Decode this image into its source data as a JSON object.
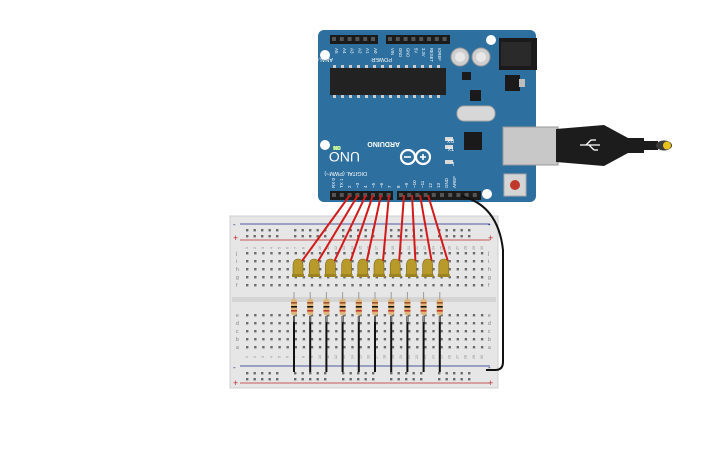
{
  "board": {
    "analog_header_label": "ANALOG IN",
    "power_header_label": "POWER",
    "analog_pins": [
      "A5",
      "A4",
      "A3",
      "A2",
      "A1",
      "A0"
    ],
    "power_pins": [
      "VIN",
      "GND",
      "GND",
      "5V",
      "3.3V",
      "RESET",
      "IOREF"
    ],
    "digital_header_label": "DIGITAL (PWM~)",
    "digital_pins": [
      "RX 0",
      "TX 1",
      "2",
      "~3",
      "4",
      "~5",
      "~6",
      "7",
      "8",
      "~9",
      "~10",
      "~11",
      "12",
      "13",
      "GND",
      "AREF"
    ],
    "brand_label": "ARDUINO",
    "model_label": "UNO",
    "on_led_label": "ON",
    "tx_label": "TX",
    "rx_label": "RX",
    "l_label": "L",
    "body_color": "#2d6f9e",
    "header_color": "#1b1b1b"
  },
  "breadboard": {
    "row_letters_top": [
      "j",
      "i",
      "h",
      "g",
      "f"
    ],
    "row_letters_bottom": [
      "e",
      "d",
      "c",
      "b",
      "a"
    ],
    "column_numbers": [
      "1",
      "2",
      "3",
      "4",
      "5",
      "6",
      "7",
      "8",
      "9",
      "10",
      "11",
      "12",
      "13",
      "14",
      "15",
      "16",
      "17",
      "18",
      "19",
      "20",
      "21",
      "22",
      "23",
      "24",
      "25",
      "26",
      "27",
      "28",
      "29",
      "30"
    ],
    "rail_plus": "+",
    "rail_minus": "-",
    "body_color": "#e6e6e6"
  },
  "components": {
    "led_count": 10,
    "led_color": "#b79a2a",
    "resistor_count": 10,
    "resistor_color": "#e0b77a",
    "signal_wire_color": "#d21a1a",
    "ground_wire_color": "#111111"
  }
}
